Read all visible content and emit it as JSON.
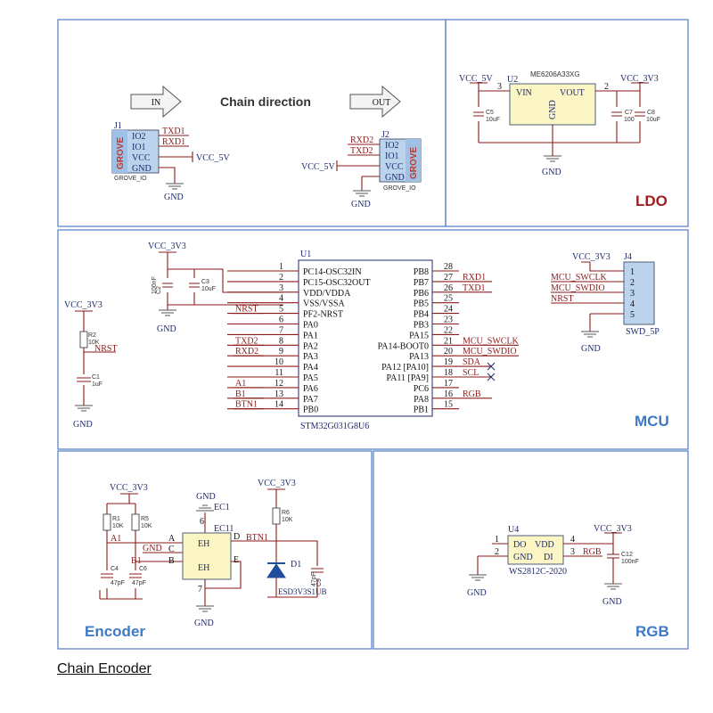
{
  "caption": "Chain Encoder",
  "panels": {
    "ldo": "LDO",
    "mcu": "MCU",
    "encoder": "Encoder",
    "rgb": "RGB"
  },
  "chain": {
    "title": "Chain direction",
    "in": "IN",
    "out": "OUT"
  },
  "j1": {
    "ref": "J1",
    "pins": [
      "IO2",
      "IO1",
      "VCC",
      "GND"
    ],
    "nets": [
      "TXD1",
      "RXD1"
    ],
    "vcc": "VCC_5V",
    "gnd": "GND",
    "type": "GROVE",
    "name": "GROVE_IO"
  },
  "j2": {
    "ref": "J2",
    "pins": [
      "IO2",
      "IO1",
      "VCC",
      "GND"
    ],
    "nets": [
      "RXD2",
      "TXD2"
    ],
    "vcc": "VCC_5V",
    "gnd": "GND",
    "type": "GROVE",
    "name": "GROVE_IO"
  },
  "ldo": {
    "vin_net": "VCC_5V",
    "vout_net": "VCC_3V3",
    "ref": "U2",
    "part": "ME6206A33XG",
    "vin": "VIN",
    "vout": "VOUT",
    "gnd": "GND",
    "pin_in": "3",
    "pin_out": "2",
    "c5": [
      "C5",
      "10uF"
    ],
    "c7": [
      "C7",
      "100nF"
    ],
    "c8": [
      "C8",
      "10uF"
    ],
    "gnd_label": "GND"
  },
  "mcu": {
    "ref": "U1",
    "part": "STM32G031G8U6",
    "vcc": "VCC_3V3",
    "c2": [
      "C2",
      "100nF"
    ],
    "c3": [
      "C3",
      "10uF"
    ],
    "gnd": "GND",
    "left_pins": [
      {
        "num": "1",
        "name": "PC14-OSC32IN",
        "net": ""
      },
      {
        "num": "2",
        "name": "PC15-OSC32OUT",
        "net": ""
      },
      {
        "num": "3",
        "name": "VDD/VDDA",
        "net": ""
      },
      {
        "num": "4",
        "name": "VSS/VSSA",
        "net": ""
      },
      {
        "num": "5",
        "name": "PF2-NRST",
        "net": "NRST"
      },
      {
        "num": "6",
        "name": "PA0",
        "net": ""
      },
      {
        "num": "7",
        "name": "PA1",
        "net": ""
      },
      {
        "num": "8",
        "name": "PA2",
        "net": "TXD2"
      },
      {
        "num": "9",
        "name": "PA3",
        "net": "RXD2"
      },
      {
        "num": "10",
        "name": "PA4",
        "net": ""
      },
      {
        "num": "11",
        "name": "PA5",
        "net": ""
      },
      {
        "num": "12",
        "name": "PA6",
        "net": "A1"
      },
      {
        "num": "13",
        "name": "PA7",
        "net": "B1"
      },
      {
        "num": "14",
        "name": "PB0",
        "net": "BTN1"
      }
    ],
    "right_pins": [
      {
        "num": "28",
        "name": "PB8",
        "net": ""
      },
      {
        "num": "27",
        "name": "PB7",
        "net": "RXD1"
      },
      {
        "num": "26",
        "name": "PB6",
        "net": "TXD1"
      },
      {
        "num": "25",
        "name": "PB5",
        "net": ""
      },
      {
        "num": "24",
        "name": "PB4",
        "net": ""
      },
      {
        "num": "23",
        "name": "PB3",
        "net": ""
      },
      {
        "num": "22",
        "name": "PA15",
        "net": ""
      },
      {
        "num": "21",
        "name": "PA14-BOOT0",
        "net": "MCU_SWCLK"
      },
      {
        "num": "20",
        "name": "PA13",
        "net": "MCU_SWDIO"
      },
      {
        "num": "19",
        "name": "PA12 [PA10]",
        "net": "SDA"
      },
      {
        "num": "18",
        "name": "PA11 [PA9]",
        "net": "SCL"
      },
      {
        "num": "17",
        "name": "PC6",
        "net": ""
      },
      {
        "num": "16",
        "name": "PA8",
        "net": "RGB"
      },
      {
        "num": "15",
        "name": "PB1",
        "net": ""
      }
    ]
  },
  "nrst_ckt": {
    "vcc": "VCC_3V3",
    "r2": [
      "R2",
      "10K"
    ],
    "net": "NRST",
    "c1": [
      "C1",
      "1uF"
    ],
    "gnd": "GND"
  },
  "j4": {
    "ref": "J4",
    "vcc": "VCC_3V3",
    "nets": [
      "MCU_SWCLK",
      "MCU_SWDIO",
      "NRST"
    ],
    "pins": [
      "1",
      "2",
      "3",
      "4",
      "5"
    ],
    "name": "SWD_5P",
    "gnd": "GND"
  },
  "encoder": {
    "vcc_left": "VCC_3V3",
    "vcc_right": "VCC_3V3",
    "gnd_top": "GND",
    "ec1": "EC1",
    "ec11": "EC11",
    "eh": "EH",
    "r1": [
      "R1",
      "10K"
    ],
    "r5": [
      "R5",
      "10K"
    ],
    "r6": [
      "R6",
      "10K"
    ],
    "a1": "A1",
    "b1": "B1",
    "gnd_net": "GND",
    "pins": {
      "a": "A",
      "c": "C",
      "b": "B",
      "d": "D",
      "e": "E",
      "p6": "6",
      "p7": "7"
    },
    "btn": "BTN1",
    "c4": [
      "C4",
      "47pF"
    ],
    "c6": [
      "C6",
      "47pF"
    ],
    "c9": [
      "C9",
      "47pF"
    ],
    "d1": "D1",
    "d1_part": "ESD3V3S1UB",
    "gnd": "GND"
  },
  "rgb": {
    "ref": "U4",
    "do": "DO",
    "gnd_pin": "GND",
    "vdd": "VDD",
    "di": "DI",
    "pin1": "1",
    "pin2": "2",
    "pin3": "3",
    "pin4": "4",
    "net": "RGB",
    "vcc": "VCC_3V3",
    "part": "WS2812C-2020",
    "c12": [
      "C12",
      "100nF"
    ],
    "gnd1": "GND",
    "gnd2": "GND"
  }
}
